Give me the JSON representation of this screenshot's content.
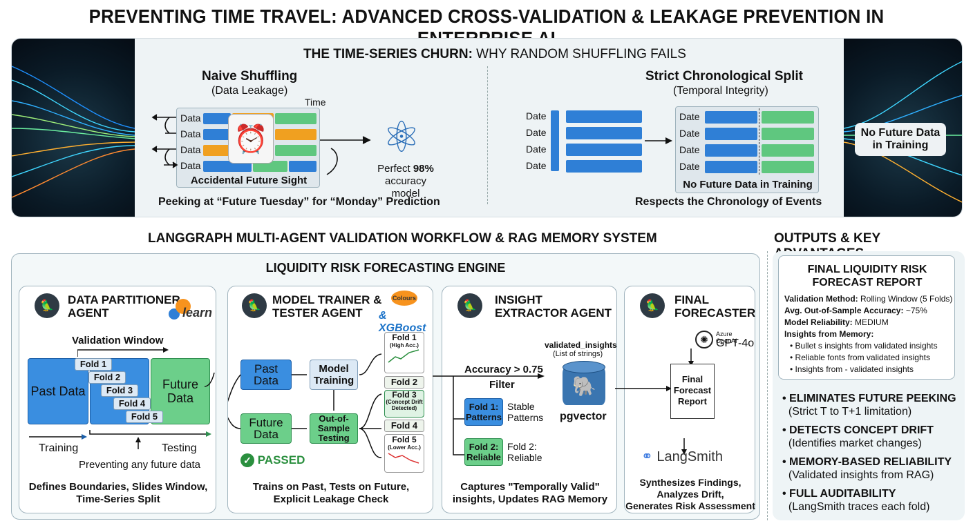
{
  "title": "PREVENTING TIME TRAVEL: ADVANCED CROSS-VALIDATION & LEAKAGE PREVENTION IN ENTERPRISE AI",
  "banner": {
    "heading_bold": "THE TIME-SERIES CHURN:",
    "heading_rest": " WHY RANDOM SHUFFLING FAILS",
    "naive": {
      "title": "Naive Shuffling",
      "subtitle": "(Data Leakage)",
      "time": "Time",
      "rows": [
        "Data",
        "Data",
        "Data",
        "Data"
      ],
      "accidental": "Accidental Future Sight",
      "perfect_prefix": "Perfect ",
      "perfect_value": "98%",
      "perfect_suffix": "accuracy model",
      "caption": "Peeking at “Future Tuesday” for “Monday” Prediction"
    },
    "strict": {
      "title": "Strict Chronological Split",
      "subtitle": "(Temporal Integrity)",
      "rows": [
        "Date",
        "Date",
        "Date",
        "Date"
      ],
      "rows2": [
        "Date",
        "Date",
        "Date",
        "Date"
      ],
      "no_future": "No Future Data in Training",
      "caption": "Respects the Chronology of Events"
    },
    "badge": "No Future Data in Training"
  },
  "workflow": {
    "heading": "LANGGRAPH MULTI-AGENT VALIDATION WORKFLOW & RAG MEMORY SYSTEM",
    "engine": "LIQUIDITY RISK FORECASTING ENGINE",
    "partitioner": {
      "title1": "DATA PARTITIONER",
      "title2": "AGENT",
      "logo": "learn",
      "window": "Validation Window",
      "past": "Past Data",
      "future": "Future Data",
      "folds": [
        "Fold 1",
        "Fold 2",
        "Fold 3",
        "Fold 4",
        "Fold 5"
      ],
      "training": "Training",
      "testing": "Testing",
      "preventing": "Preventing any future data",
      "caption1": "Defines Boundaries, Slides Window,",
      "caption2": "Time-Series Split"
    },
    "trainer": {
      "title1": "MODEL TRAINER &",
      "title2": "TESTER AGENT",
      "logo1": "Colours",
      "logo2": "& XGBoost",
      "past": "Past Data",
      "future": "Future Data",
      "training": "Model Training",
      "oos": "Out-of-Sample Testing",
      "passed": "PASSED",
      "folds": [
        {
          "name": "Fold 1",
          "note": "(High Acc.)"
        },
        {
          "name": "Fold 2",
          "note": ""
        },
        {
          "name": "Fold 3",
          "note": "(Concept Drift Detected)"
        },
        {
          "name": "Fold 4",
          "note": ""
        },
        {
          "name": "Fold 5",
          "note": "(Lower Acc.)"
        }
      ],
      "caption1": "Trains on Past, Tests on Future,",
      "caption2": "Explicit Leakage Check"
    },
    "extractor": {
      "title1": "INSIGHT",
      "title2": "EXTRACTOR AGENT",
      "validated": "validated_insights",
      "list": "(List of strings)",
      "accuracy": "Accuracy > 0.75",
      "filter": "Filter",
      "db": "pgvector",
      "f1": "Fold 1: Patterns",
      "f1_note": "Stable Patterns",
      "f2": "Fold 2: Reliable",
      "f2_note": "Fold 2: Reliable",
      "caption1": "Captures \"Temporally Valid\"",
      "caption2": "insights, Updates RAG Memory"
    },
    "forecaster": {
      "title1": "FINAL",
      "title2": "FORECASTER",
      "azure": "Azure OpenAI",
      "gpt": "GPT-4o",
      "report": "Final Forecast Report",
      "langsmith": "LangSmith",
      "caption1": "Synthesizes Findings,",
      "caption2": "Analyzes Drift,",
      "caption3": "Generates Risk Assessment"
    }
  },
  "outputs": {
    "heading": "OUTPUTS & KEY ADVANTAGES",
    "report_title1": "FINAL LIQUIDITY RISK",
    "report_title2": "FORECAST REPORT",
    "method_k": "Validation Method:",
    "method_v": " Rolling Window (5 Folds)",
    "acc_k": "Avg. Out-of-Sample Accuracy:",
    "acc_v": " ~75%",
    "rel_k": "Model Reliability:",
    "rel_v": " MEDIUM",
    "ins_k": "Insights from Memory:",
    "bullets": [
      "Bullet s insights from validated insights",
      "Reliable fonts from validated insights",
      "Insights from - validated insights"
    ],
    "advantages": [
      {
        "head": "ELIMINATES FUTURE PEEKING",
        "sub": "(Strict T to T+1 limitation)"
      },
      {
        "head": "DETECTS CONCEPT DRIFT",
        "sub": "(Identifies market changes)"
      },
      {
        "head": "MEMORY-BASED RELIABILITY",
        "sub": "(Validated insights from RAG)"
      },
      {
        "head": "FULL AUDITABILITY",
        "sub": "(LangSmith traces each fold)"
      }
    ]
  },
  "colors": {
    "blue": "#2f7fd6",
    "green": "#5fc77f",
    "orange": "#f0a020",
    "panel": "#f3f8f9"
  }
}
